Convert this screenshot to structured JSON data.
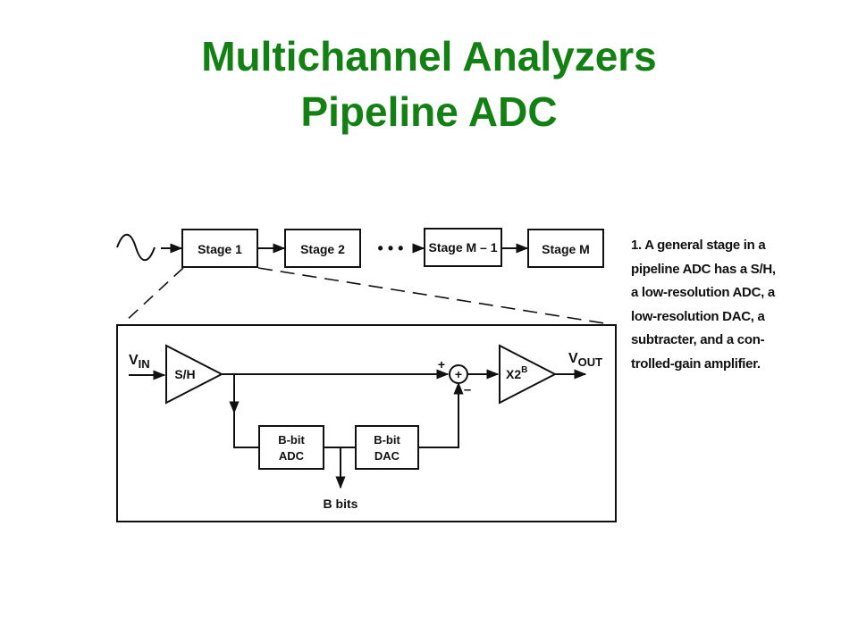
{
  "title": {
    "line1": "Multichannel Analyzers",
    "line2": "Pipeline ADC"
  },
  "pipeline": {
    "stages": [
      "Stage 1",
      "Stage 2",
      "Stage M – 1",
      "Stage M"
    ],
    "ellipsis": "• • •"
  },
  "detail": {
    "vin_main": "V",
    "vin_sub": "IN",
    "sh": "S/H",
    "plus": "+",
    "minus": "–",
    "sum": "+",
    "amp_main": "X2",
    "amp_sup": "B",
    "vout_main": "V",
    "vout_sub": "OUT",
    "adc_line1": "B-bit",
    "adc_line2": "ADC",
    "dac_line1": "B-bit",
    "dac_line2": "DAC",
    "bbits": "B bits"
  },
  "caption": {
    "lines": [
      "1. A general stage in a",
      "pipeline ADC has a S/H,",
      "a low-resolution ADC, a",
      "low-resolution DAC, a",
      "subtracter, and a con-",
      "trolled-gain amplifier."
    ]
  },
  "colors": {
    "title": "#138013",
    "ink": "#111111"
  }
}
